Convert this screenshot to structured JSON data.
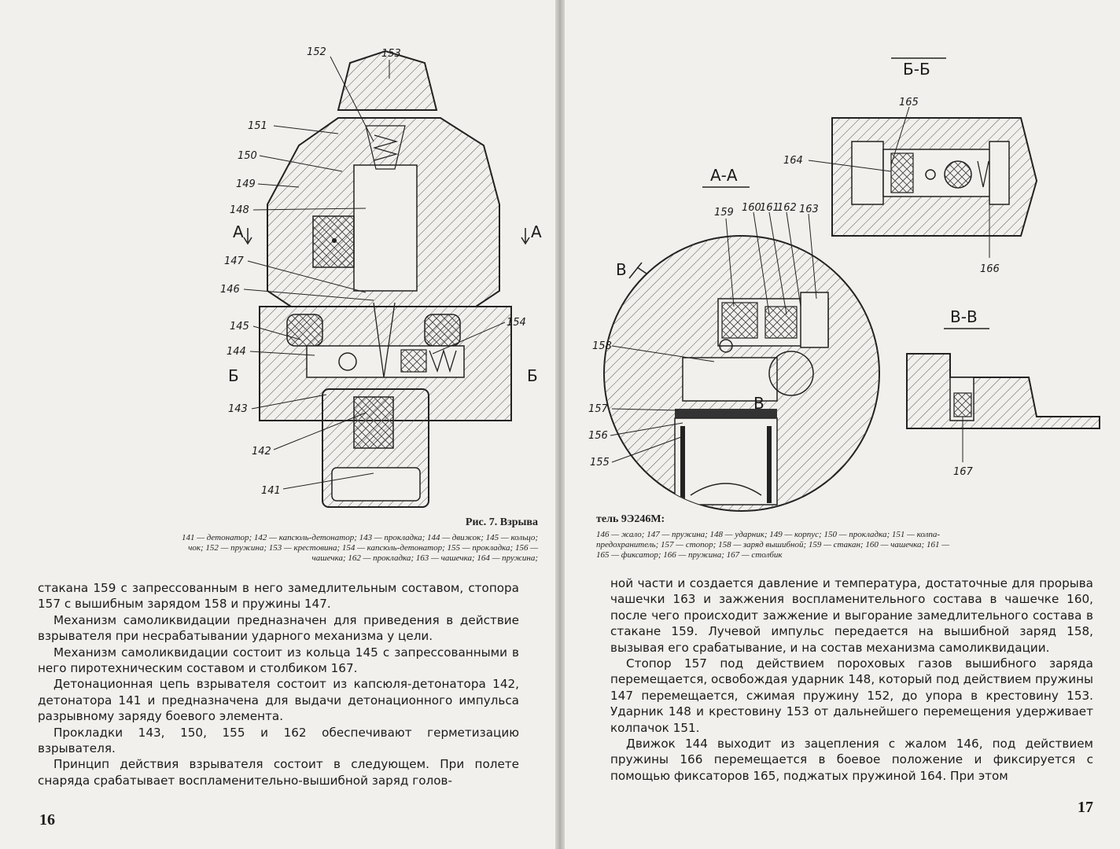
{
  "left_page": {
    "figure_labels": {
      "l152": "152",
      "l153": "153",
      "l151": "151",
      "l150": "150",
      "l149": "149",
      "l148": "148",
      "l147": "147",
      "l146": "146",
      "l145": "145",
      "l144": "144",
      "l154": "154",
      "l143": "143",
      "l142": "142",
      "l141": "141",
      "secA_left": "А",
      "secA_right": "А",
      "secB_left": "Б",
      "secB_right": "Б"
    },
    "caption_title": "Рис. 7. Взрыва",
    "caption_lines": [
      "141 — детонатор;  142 — капсюль-детонатор;  143 — прокладка;  144 — движок;  145 — кольцо;",
      "чок;  152 — пружина;  153 — крестовина;  154 — капсюль-детонатор;  155 — прокладка;  156 —",
      "чашечка;  162 — прокладка;  163 — чашечка;  164 — пружина;"
    ],
    "paragraphs": [
      "стакана 159 с запрессованным в него замедлительным составом, стопора 157 с вышибным зарядом 158 и пружины 147.",
      "Механизм самоликвидации предназначен для приведения в действие взрывателя при несрабатывании ударного механизма у цели.",
      "Механизм самоликвидации состоит из кольца 145 с запрессованными в него пиротехническим составом и столбиком 167.",
      "Детонационная цепь взрывателя состоит из капсюля-детонатора 142, детонатора 141 и предназначена для выдачи детонационного импульса разрывному заряду боевого элемента.",
      "Прокладки 143, 150, 155 и 162 обеспечивают герметизацию взрывателя.",
      "Принцип действия взрывателя состоит в следующем. При полете снаряда срабатывает воспламенительно-вышибной заряд голов-"
    ],
    "page_number": "16"
  },
  "right_page": {
    "figure_labels": {
      "secBB": "Б-Б",
      "secAA": "А-А",
      "secVV": "В-В",
      "secV": "В",
      "secV2": "В",
      "l165": "165",
      "l164": "164",
      "l166": "166",
      "l159": "159",
      "l160": "160",
      "l161": "161",
      "l162": "162",
      "l163": "163",
      "l158": "158",
      "l157": "157",
      "l156": "156",
      "l155": "155",
      "l167": "167"
    },
    "caption_title": "тель 9Э246М:",
    "caption_lines": [
      "146 — жало;  147 — пружина;  148 — ударник;  149 — корпус;  150 — прокладка;  151 — колпа-",
      "предохранитель;  157 — стопор;  158 — заряд вышибной;  159 — стакан;  160 — чашечка;  161 —",
      "165 — фиксатор;  166 — пружина;  167 — столбик"
    ],
    "paragraphs": [
      "ной части и создается давление и температура, достаточные для прорыва чашечки 163 и зажжения воспламенительного состава в чашечке 160, после чего происходит зажжение и выгорание замедлительного состава в стакане 159. Лучевой импульс передается на вышибной заряд 158, вызывая его срабатывание, и на состав механизма самоликвидации.",
      "Стопор 157 под действием пороховых газов вышибного заряда перемещается, освобождая ударник 148, который под действием пружины 147 перемещается, сжимая пружину 152, до упора в крестовину 153. Ударник 148 и крестовину 153 от дальнейшего перемещения удерживает колпачок 151.",
      "Движок 144 выходит из зацепления с жалом 146, под действием пружины 166 перемещается в боевое положение и фиксируется с помощью фиксаторов 165, поджатых пружиной 164. При этом"
    ],
    "page_number": "17"
  }
}
